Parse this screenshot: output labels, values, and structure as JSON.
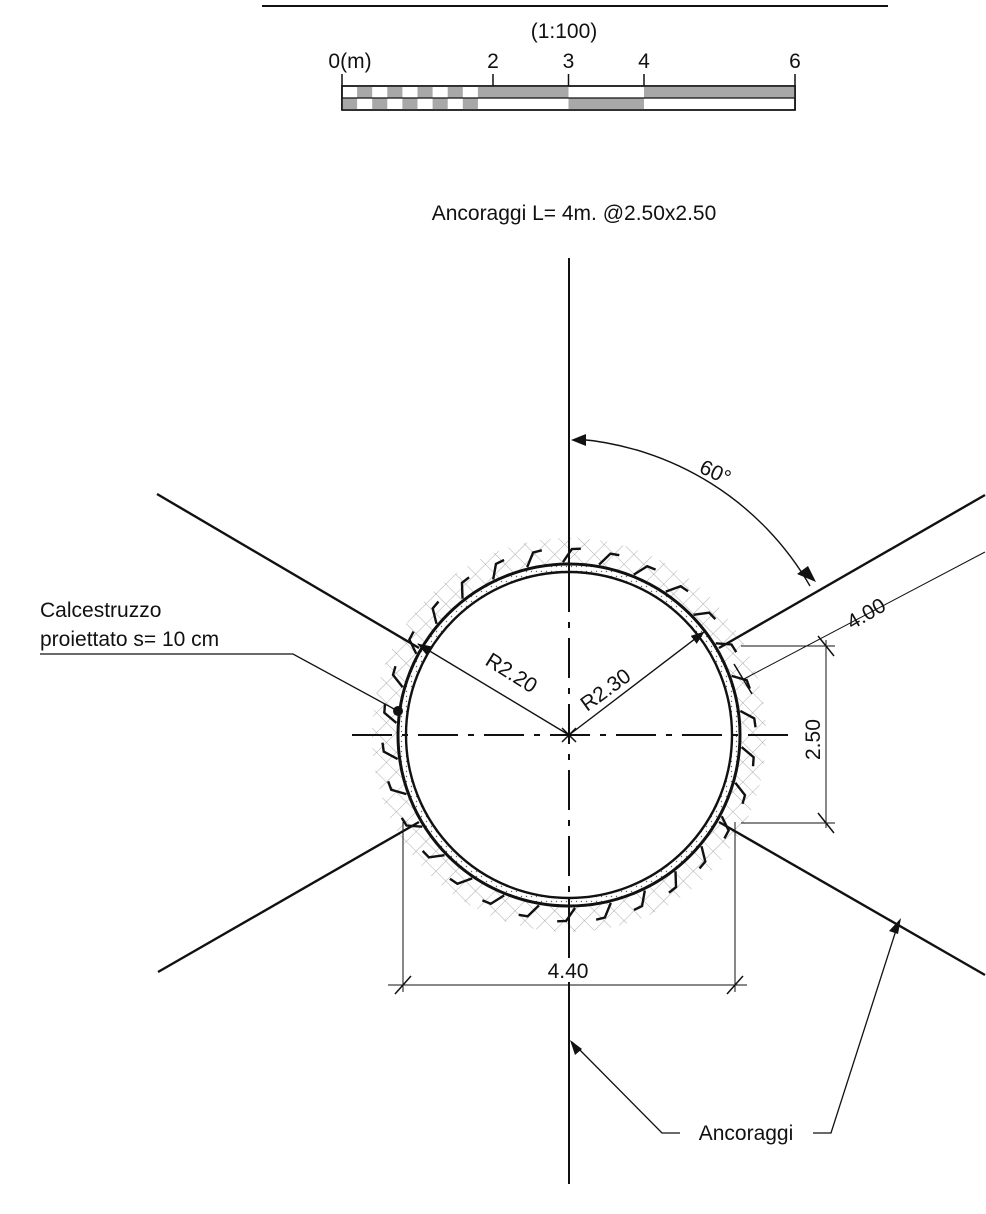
{
  "scale_bar": {
    "title": "(1:100)",
    "ticks": [
      {
        "label": "0(m)",
        "value": 0
      },
      {
        "label": "2",
        "value": 2
      },
      {
        "label": "3",
        "value": 3
      },
      {
        "label": "4",
        "value": 4
      },
      {
        "label": "6",
        "value": 6
      }
    ]
  },
  "drawing": {
    "heading": "Ancoraggi L= 4m. @2.50x2.50",
    "angle_label": "60°",
    "anchor_length_label": "4.00",
    "spacing_label": "2.50",
    "inner_radius_label": "R2.20",
    "outer_radius_label": "R2.30",
    "width_label": "4.40",
    "shotcrete_label_line1": "Calcestruzzo",
    "shotcrete_label_line2": "proiettato s= 10 cm",
    "anchors_label": "Ancoraggi",
    "colors": {
      "line": "#111111",
      "hatch": "#9a9a9a",
      "scale_fill": "#a8a8a8"
    }
  }
}
